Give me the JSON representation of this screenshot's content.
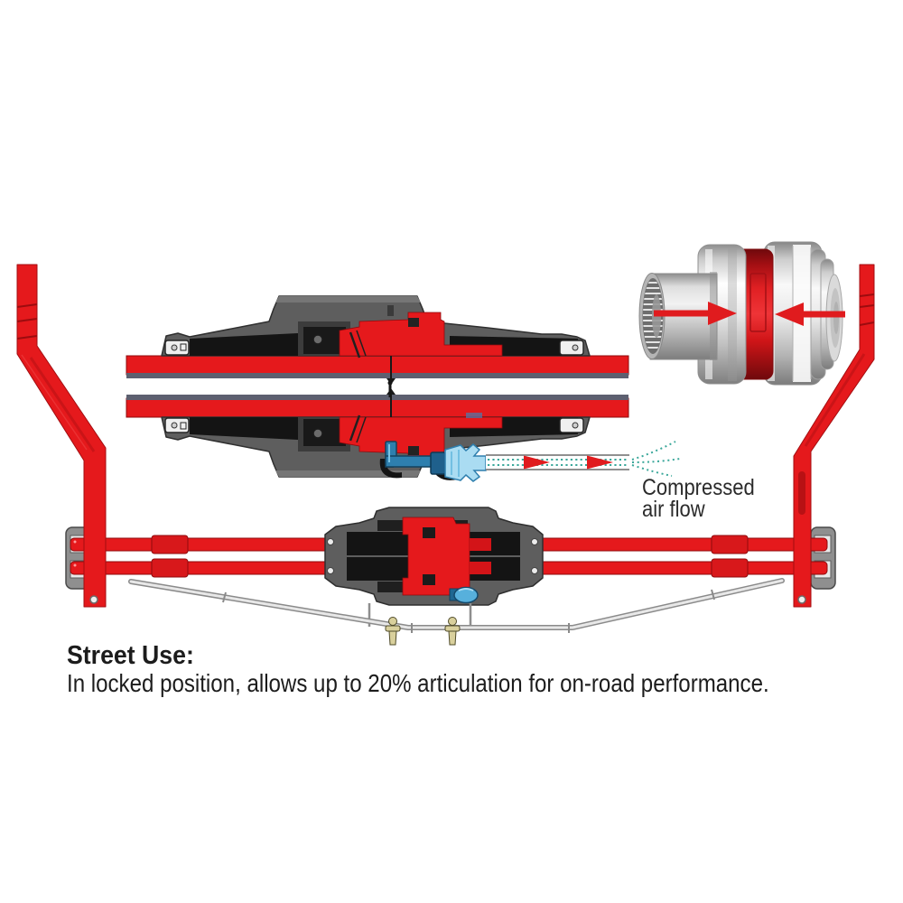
{
  "window": {
    "background": "#ffffff"
  },
  "annotation": {
    "air_flow_line1": "Compressed",
    "air_flow_line2": "air flow"
  },
  "caption": {
    "title": "Street Use:",
    "description": "In locked position, allows up to 20% articulation for on-road performance."
  },
  "icons": {
    "push_left_arrow": "arrow-right-icon",
    "push_right_arrow": "arrow-left-icon",
    "air_flow_arrows": "arrow-right-icon"
  },
  "palette": {
    "red": "#e5191c",
    "dark_red": "#8f0a0d",
    "housing_gray": "#5e5e5e",
    "liner_black": "#141414",
    "metal_light": "#f5f5f5",
    "metal_dark": "#7f7f7f",
    "bar_stripe": "#5d6070",
    "air_fitting_blue": "#57b0dc",
    "air_fitting_dark_blue": "#1b4f74",
    "air_dots_teal": "#3aa79a",
    "clevis_brass": "#d9d09c",
    "linkage_gray": "#8a8a8a",
    "text": "#1c1c1c"
  }
}
